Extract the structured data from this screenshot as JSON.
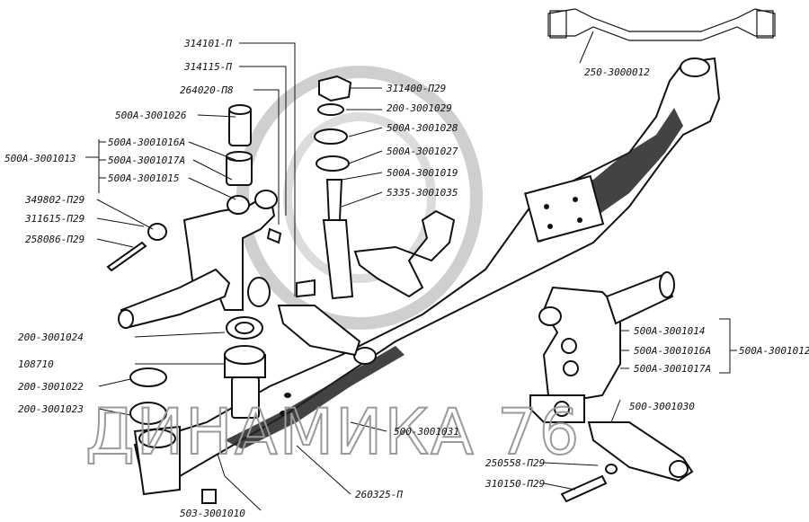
{
  "watermark": "ДИНАМИКА 76",
  "labels": {
    "l314101": "314101-П",
    "l314115": "314115-П",
    "l264020": "264020-П8",
    "l500A3001026": "500A-3001026",
    "l500A3001013": "500A-3001013",
    "l500A3001016A": "500A-3001016A",
    "l500A3001017A": "500A-3001017A",
    "l500A3001015": "500A-3001015",
    "l349802": "349802-П29",
    "l311615": "311615-П29",
    "l258086": "258086-П29",
    "l311400": "311400-П29",
    "l2003001029": "200-3001029",
    "l500A3001028": "500A-3001028",
    "l500A3001027": "500A-3001027",
    "l500A3001019": "500A-3001019",
    "l53353001035": "5335-3001035",
    "l2503000012": "250-3000012",
    "l2003001024": "200-3001024",
    "l108710": "108710",
    "l2003001022": "200-3001022",
    "l2003001023": "200-3001023",
    "l5003001031": "500-3001031",
    "l260325": "260325-П",
    "l5033001010": "503-3001010",
    "r500A3001014": "500A-3001014",
    "r500A3001016A": "500A-3001016A",
    "r500A3001017A": "500A-3001017A",
    "r500A3001012": "500A-3001012",
    "r5003001030": "500-3001030",
    "l250558": "250558-П29",
    "l310150": "310150-П29"
  }
}
